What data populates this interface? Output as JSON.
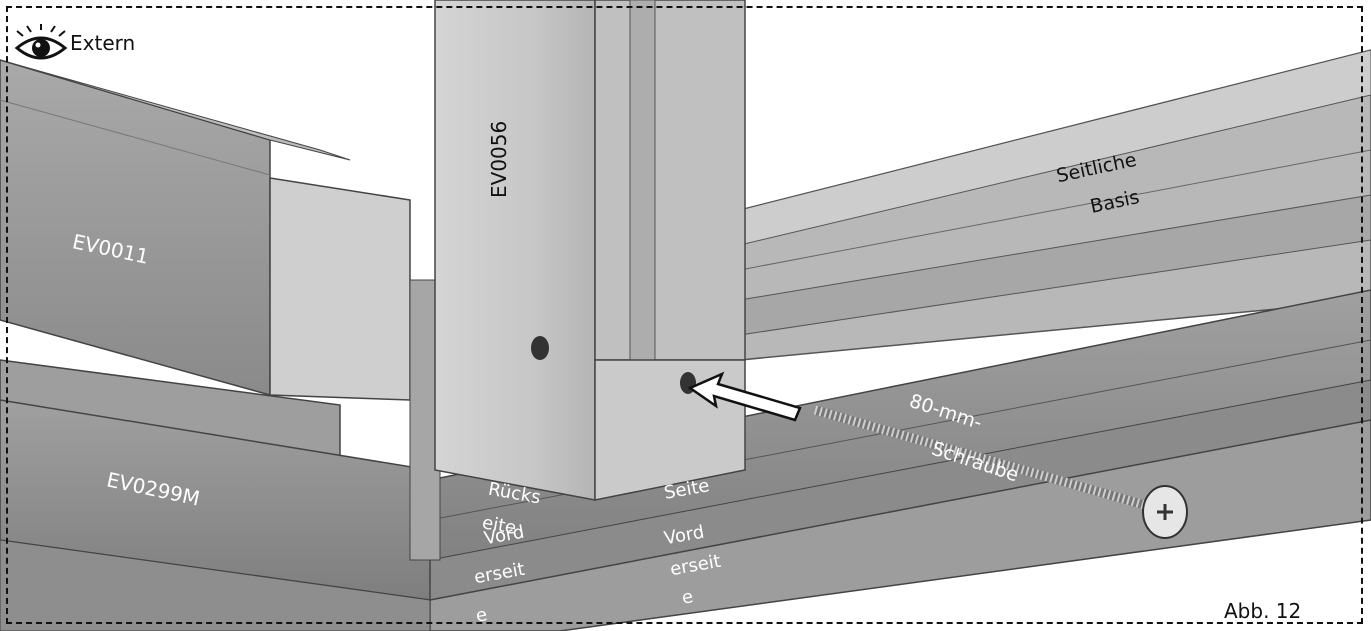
{
  "badge": {
    "icon": "eye-icon",
    "label": "Extern"
  },
  "figure_label": "Abb. 12",
  "parts": {
    "beam_left": "EV0011",
    "post": "EV0056",
    "side_base": [
      "Seitliche",
      "Basis"
    ],
    "bottom_rail": "EV0299M",
    "screw": [
      "80-mm-",
      "Schraube"
    ],
    "back_side": [
      "Rücks",
      "eite"
    ],
    "front_side_left": [
      "Vord",
      "erseit",
      "e"
    ],
    "side": "Seite",
    "front_side_right": [
      "Vord",
      "erseit",
      "e"
    ]
  },
  "colors": {
    "frame": "#111111",
    "wood": "#c9c9c9",
    "rail": "#9a9a9a"
  }
}
